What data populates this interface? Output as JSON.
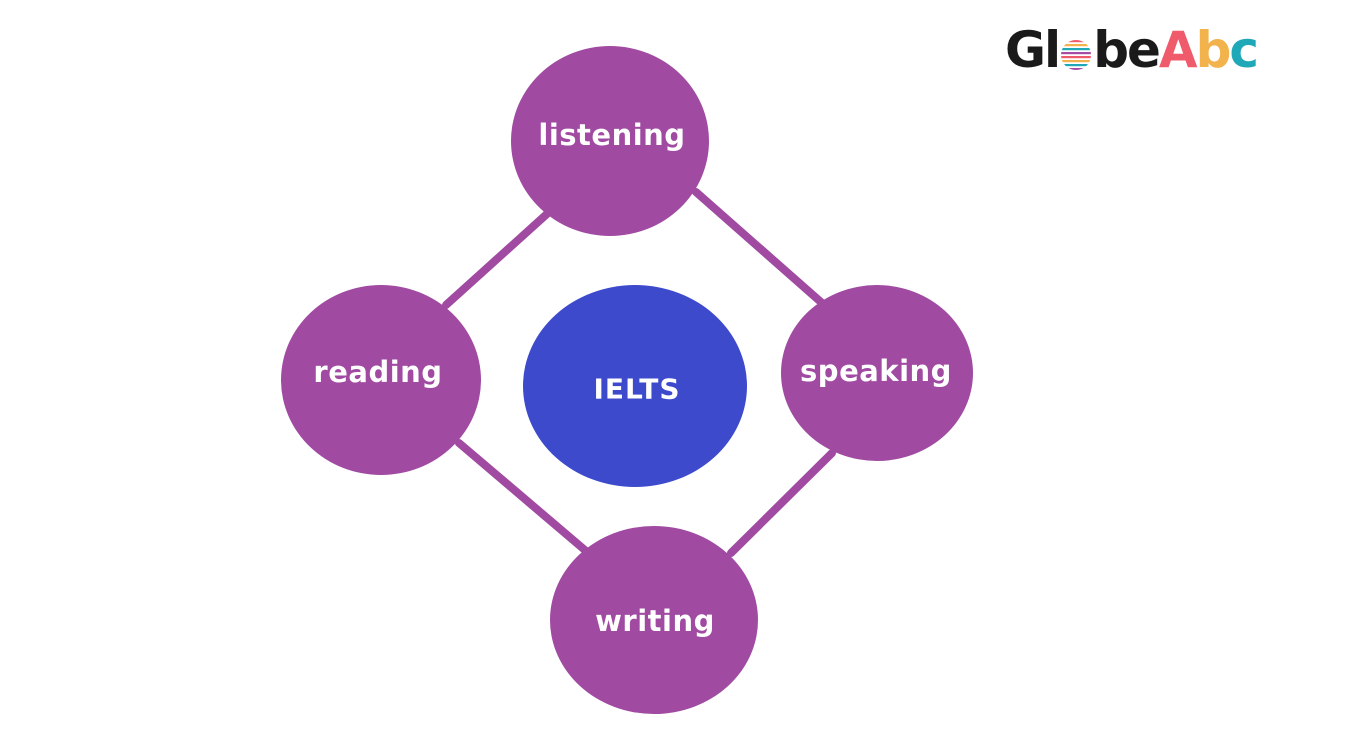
{
  "logo": {
    "parts": [
      {
        "text": "Gl",
        "color": "#1a1a1a"
      },
      {
        "text": "be",
        "color": "#1a1a1a"
      },
      {
        "text": "A",
        "color": "#ef5b6b"
      },
      {
        "text": "b",
        "color": "#f2b24c"
      },
      {
        "text": "c",
        "color": "#1fa9b8"
      }
    ],
    "globe_icon": "striped-globe",
    "globe_colors": [
      "#ef5b6b",
      "#f2b24c",
      "#1fa9b8",
      "#a64ca6"
    ]
  },
  "diagram": {
    "center": {
      "label": "IELTS",
      "color": "#3d4acc"
    },
    "nodes": [
      {
        "id": "listening",
        "label": "listening"
      },
      {
        "id": "speaking",
        "label": "speaking"
      },
      {
        "id": "writing",
        "label": "writing"
      },
      {
        "id": "reading",
        "label": "reading"
      }
    ],
    "node_color": "#a04aa2",
    "connector_color": "#a04aa2",
    "connections": [
      [
        "listening",
        "speaking"
      ],
      [
        "speaking",
        "writing"
      ],
      [
        "writing",
        "reading"
      ],
      [
        "reading",
        "listening"
      ]
    ]
  }
}
